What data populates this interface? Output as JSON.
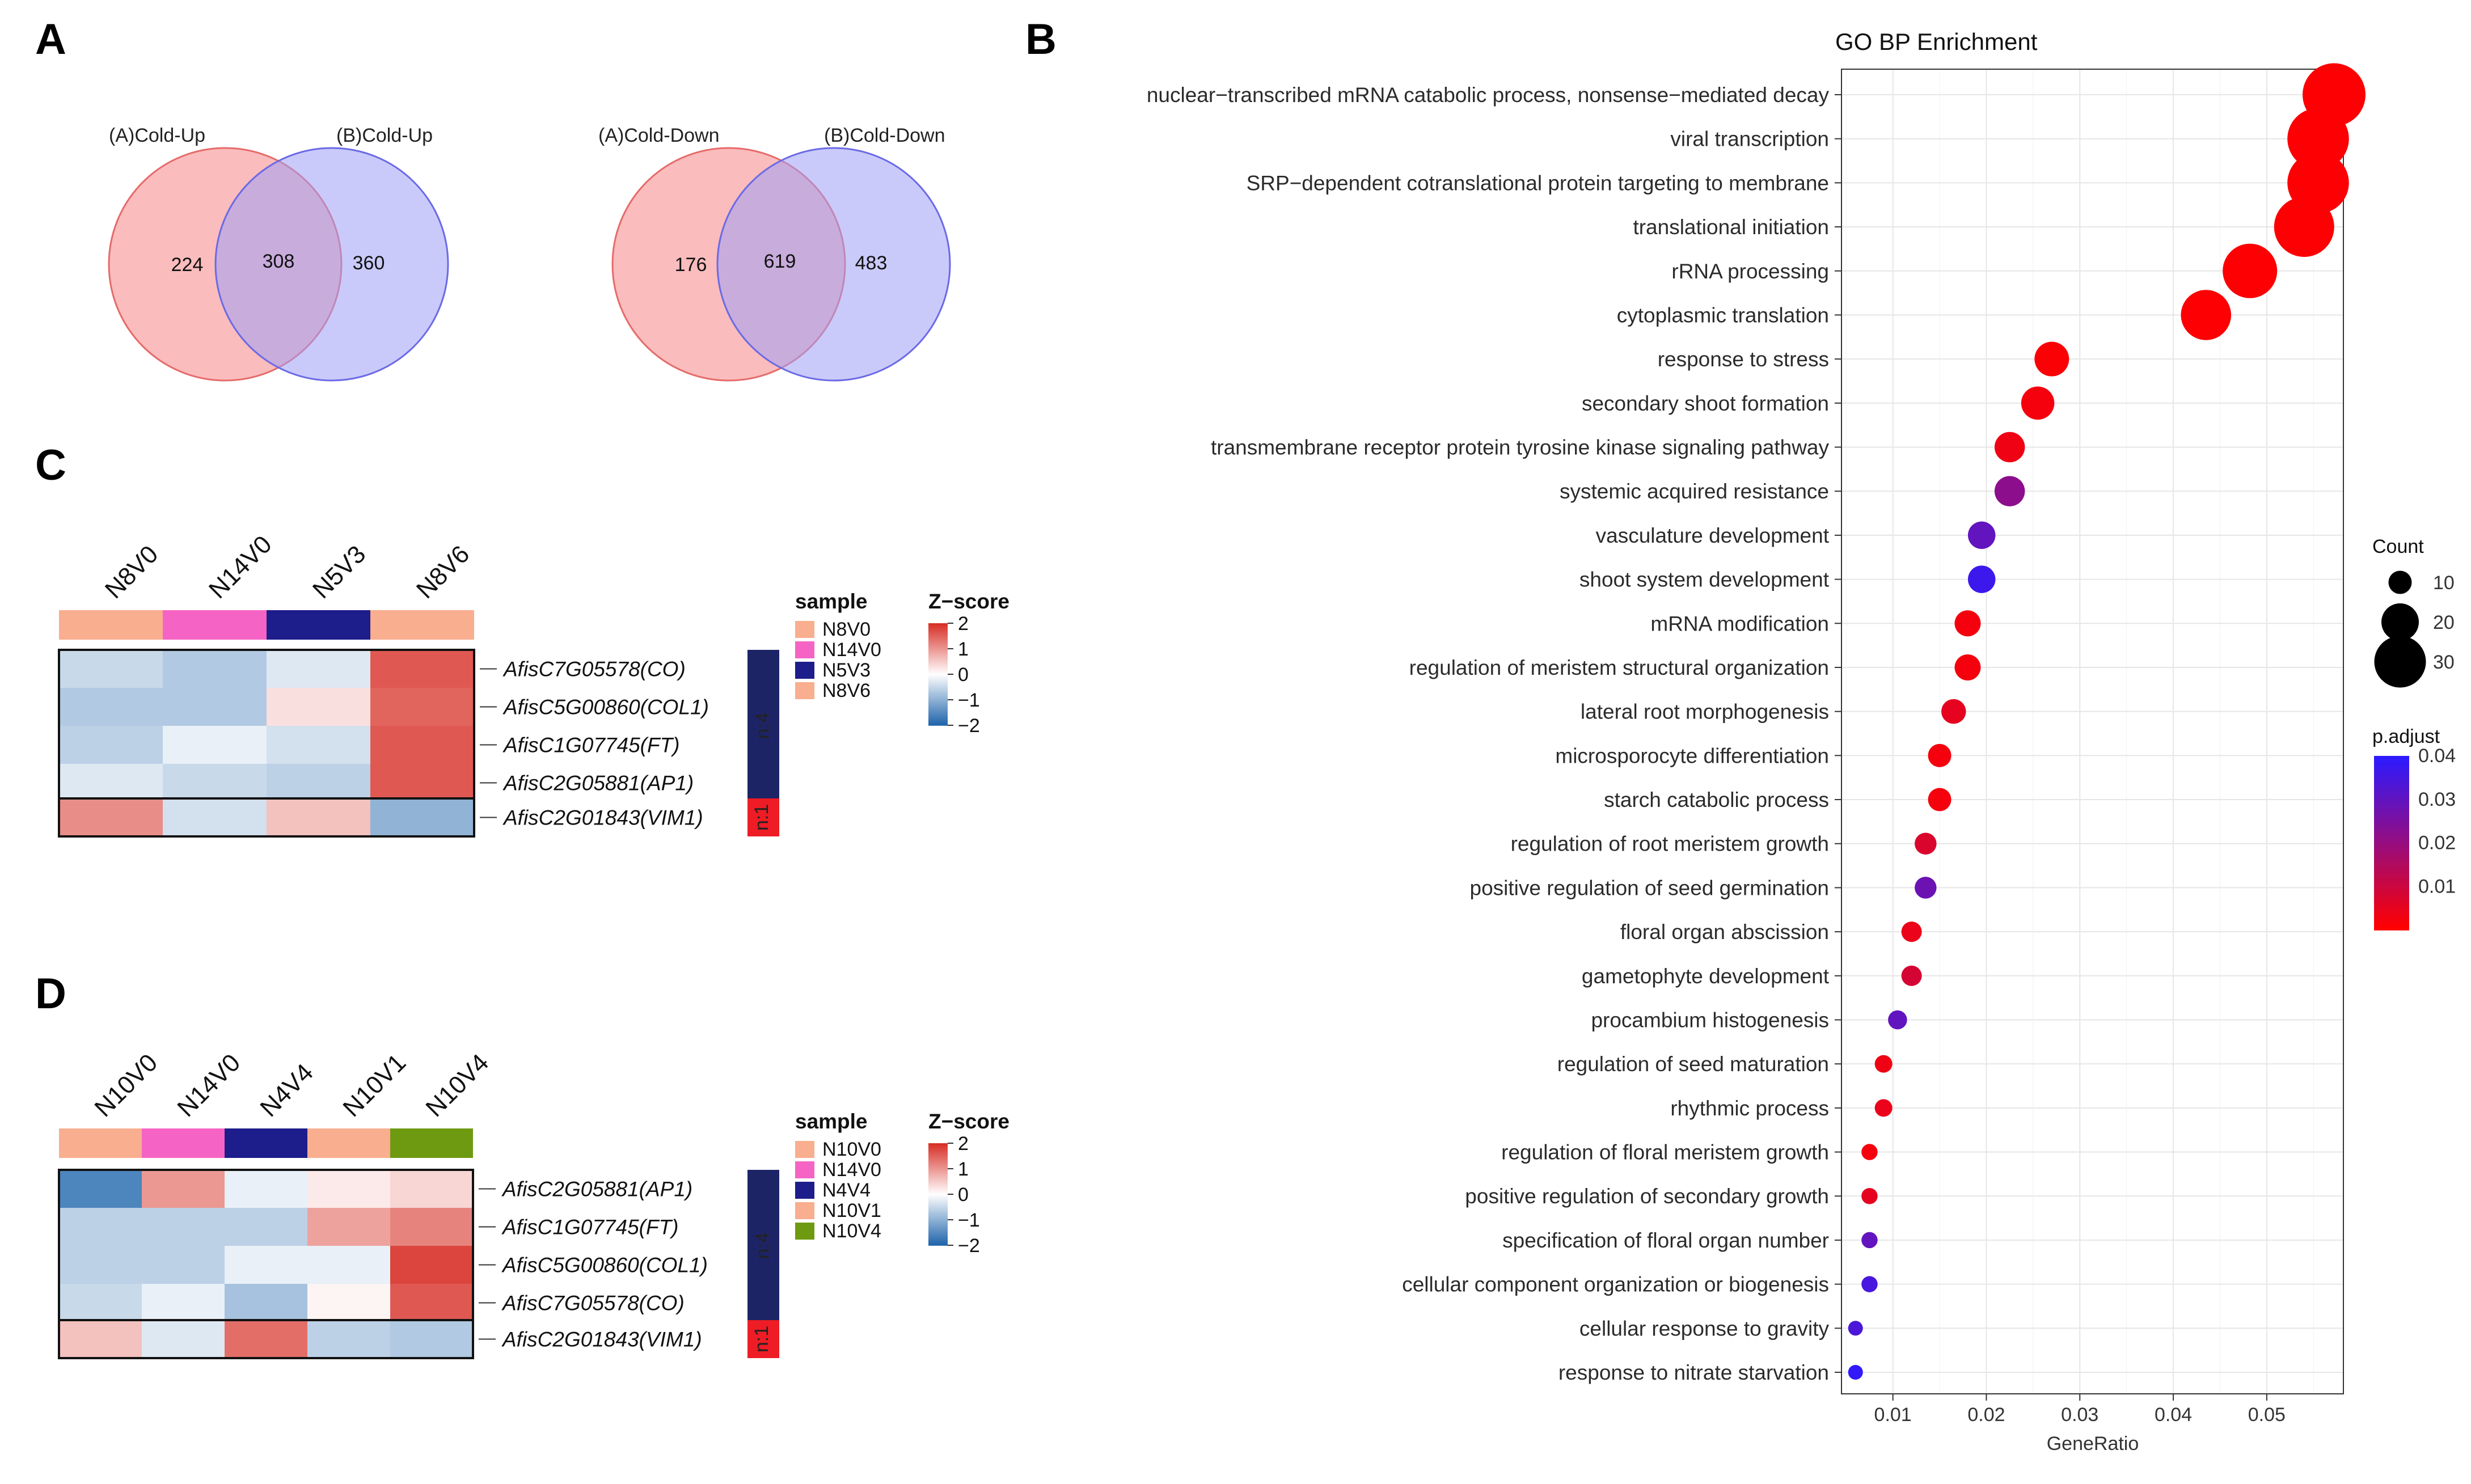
{
  "panels": {
    "a": "A",
    "b": "B",
    "c": "C",
    "d": "D"
  },
  "colors": {
    "venn_a": "#f08080",
    "venn_b": "#8080f0",
    "heat_high": "#d73027",
    "heat_low": "#2166ac"
  },
  "chart_data": [
    {
      "type": "venn",
      "sets": [
        "(A)Cold-Up",
        "(B)Cold-Up"
      ],
      "only_a": 224,
      "both": 308,
      "only_b": 360
    },
    {
      "type": "venn",
      "sets": [
        "(A)Cold-Down",
        "(B)Cold-Down"
      ],
      "only_a": 176,
      "both": 619,
      "only_b": 483
    },
    {
      "type": "heatmap",
      "columns": [
        "N8V0",
        "N14V0",
        "N5V3",
        "N8V6"
      ],
      "column_colors": [
        "#f9ae8f",
        "#f564c4",
        "#1d1d8b",
        "#f9ae8f"
      ],
      "rows": [
        "AfisC7G05578(CO)",
        "AfisC5G00860(COL1)",
        "AfisC1G07745(FT)",
        "AfisC2G05881(AP1)",
        "AfisC2G01843(VIM1)"
      ],
      "values": [
        [
          -0.5,
          -0.7,
          -0.3,
          1.6
        ],
        [
          -0.7,
          -0.7,
          0.3,
          1.5
        ],
        [
          -0.6,
          -0.2,
          -0.4,
          1.6
        ],
        [
          -0.3,
          -0.5,
          -0.6,
          1.6
        ],
        [
          1.1,
          -0.4,
          0.6,
          -1.0
        ]
      ],
      "clusters": [
        "n:4",
        "n:1"
      ],
      "legend_title": "sample",
      "legend_items": [
        {
          "label": "N8V0",
          "color": "#f9ae8f"
        },
        {
          "label": "N14V0",
          "color": "#f564c4"
        },
        {
          "label": "N5V3",
          "color": "#1d1d8b"
        },
        {
          "label": "N8V6",
          "color": "#f9ae8f"
        }
      ],
      "scale_title": "Z−score",
      "scale_ticks": [
        "2",
        "1",
        "0",
        "−1",
        "−2"
      ],
      "scale_range": [
        -2,
        2
      ]
    },
    {
      "type": "heatmap",
      "columns": [
        "N10V0",
        "N14V0",
        "N4V4",
        "N10V1",
        "N10V4"
      ],
      "column_colors": [
        "#f9ae8f",
        "#f564c4",
        "#1d1d8b",
        "#f9ae8f",
        "#6e9a12"
      ],
      "rows": [
        "AfisC2G05881(AP1)",
        "AfisC1G07745(FT)",
        "AfisC5G00860(COL1)",
        "AfisC7G05578(CO)",
        "AfisC2G01843(VIM1)"
      ],
      "values": [
        [
          -1.6,
          1.0,
          -0.2,
          0.2,
          0.4
        ],
        [
          -0.6,
          -0.6,
          -0.6,
          0.9,
          1.2
        ],
        [
          -0.6,
          -0.6,
          -0.2,
          -0.2,
          1.8
        ],
        [
          -0.5,
          -0.2,
          -0.8,
          0.1,
          1.6
        ],
        [
          0.6,
          -0.3,
          1.4,
          -0.6,
          -0.7
        ]
      ],
      "clusters": [
        "n:4",
        "n:1"
      ],
      "legend_title": "sample",
      "legend_items": [
        {
          "label": "N10V0",
          "color": "#f9ae8f"
        },
        {
          "label": "N14V0",
          "color": "#f564c4"
        },
        {
          "label": "N4V4",
          "color": "#1d1d8b"
        },
        {
          "label": "N10V1",
          "color": "#f9ae8f"
        },
        {
          "label": "N10V4",
          "color": "#6e9a12"
        }
      ],
      "scale_title": "Z−score",
      "scale_ticks": [
        "2",
        "1",
        "0",
        "−1",
        "−2"
      ],
      "scale_range": [
        -2,
        2
      ]
    },
    {
      "type": "scatter",
      "title": "GO BP Enrichment",
      "xlabel": "GeneRatio",
      "ylabel": "",
      "xlim": [
        0.0045,
        0.0582
      ],
      "xticks": [
        0.01,
        0.02,
        0.03,
        0.04,
        0.05
      ],
      "xtick_labels": [
        "0.01",
        "0.02",
        "0.03",
        "0.04",
        "0.05"
      ],
      "categories": [
        "nuclear−transcribed mRNA catabolic process, nonsense−mediated decay",
        "viral transcription",
        "SRP−dependent cotranslational protein targeting to membrane",
        "translational initiation",
        "rRNA processing",
        "cytoplasmic translation",
        "response to stress",
        "secondary shoot formation",
        "transmembrane receptor protein tyrosine kinase signaling pathway",
        "systemic acquired resistance",
        "vasculature development",
        "shoot system development",
        "mRNA modification",
        "regulation of meristem structural organization",
        "lateral root morphogenesis",
        "microsporocyte differentiation",
        "starch catabolic process",
        "regulation of root meristem growth",
        "positive regulation of seed germination",
        "floral organ abscission",
        "gametophyte development",
        "procambium histogenesis",
        "regulation of seed maturation",
        "rhythmic process",
        "regulation of floral meristem growth",
        "positive regulation of secondary growth",
        "specification of floral organ number",
        "cellular component organization or biogenesis",
        "cellular response to gravity",
        "response to nitrate starvation"
      ],
      "gene_ratio": [
        0.0572,
        0.0555,
        0.0555,
        0.054,
        0.0482,
        0.0435,
        0.027,
        0.0255,
        0.0225,
        0.0225,
        0.0195,
        0.0195,
        0.018,
        0.018,
        0.0165,
        0.015,
        0.015,
        0.0135,
        0.0135,
        0.012,
        0.012,
        0.0105,
        0.009,
        0.009,
        0.0075,
        0.0075,
        0.0075,
        0.0075,
        0.006,
        0.006
      ],
      "count": [
        38,
        37,
        37,
        36,
        32,
        29,
        18,
        17,
        15,
        15,
        13,
        13,
        12,
        12,
        11,
        10,
        10,
        9,
        9,
        8,
        8,
        7,
        6,
        6,
        5,
        5,
        5,
        5,
        4,
        4
      ],
      "p_adjust": [
        0.0005,
        0.0005,
        0.0005,
        0.0005,
        0.0005,
        0.0005,
        0.001,
        0.002,
        0.003,
        0.022,
        0.03,
        0.037,
        0.002,
        0.002,
        0.005,
        0.002,
        0.002,
        0.007,
        0.028,
        0.004,
        0.008,
        0.03,
        0.003,
        0.004,
        0.002,
        0.005,
        0.03,
        0.035,
        0.034,
        0.039
      ],
      "size_legend": {
        "title": "Count",
        "values": [
          10,
          20,
          30
        ],
        "labels": [
          "10",
          "20",
          "30"
        ]
      },
      "color_legend": {
        "title": "p.adjust",
        "range": [
          0,
          0.04
        ],
        "ticks": [
          0.01,
          0.02,
          0.03,
          0.04
        ],
        "tick_labels": [
          "0.01",
          "0.02",
          "0.03",
          "0.04"
        ],
        "low_color": "#ff0000",
        "high_color": "#2d1aff"
      },
      "grid": true
    }
  ]
}
